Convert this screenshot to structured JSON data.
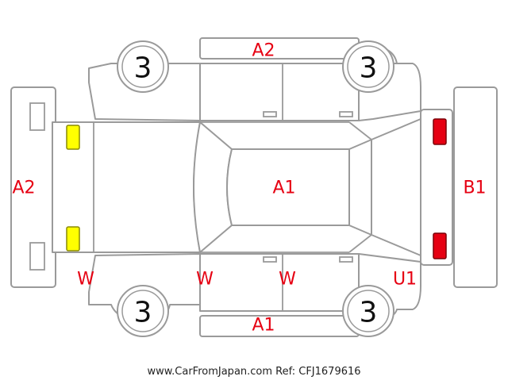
{
  "colors": {
    "outline": "#9a9a9a",
    "damage_text": "#e60012",
    "front_lamp_fill": "#ffff00",
    "rear_lamp_fill": "#e60012"
  },
  "tires": {
    "front_left": "3",
    "rear_left": "3",
    "front_right": "3",
    "rear_right": "3"
  },
  "damage": {
    "top_side_panel": "A2",
    "front_bumper": "A2",
    "roof": "A1",
    "rear_bumper": "B1",
    "front_fender_lower": "W",
    "front_door_lower": "W",
    "rear_door_lower": "W",
    "rear_quarter_lower": "U1",
    "bottom_side_panel": "A1"
  },
  "footer": {
    "text": "www.CarFromJapan.com Ref: CFJ1679616"
  }
}
